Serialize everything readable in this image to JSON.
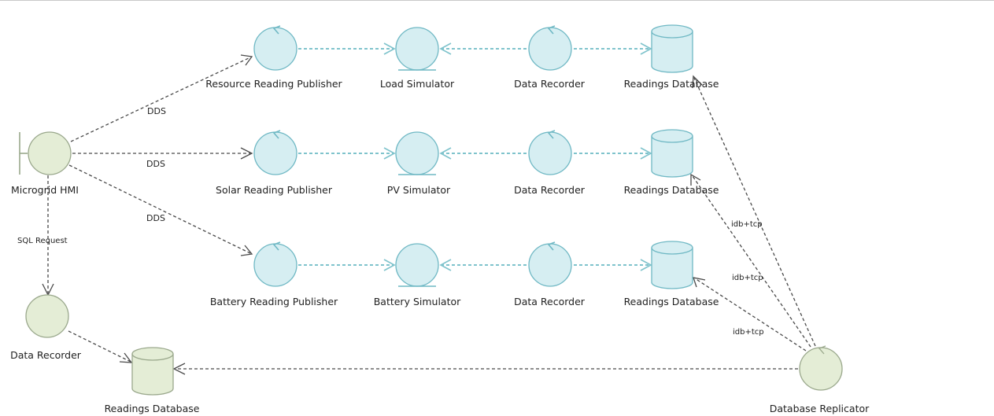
{
  "nodes": {
    "hmi": {
      "label": "Microgrid HMI",
      "kind": "boundary"
    },
    "resource_publisher": {
      "label": "Resource Reading Publisher",
      "kind": "control"
    },
    "solar_publisher": {
      "label": "Solar Reading Publisher",
      "kind": "control"
    },
    "battery_publisher": {
      "label": "Battery Reading Publisher",
      "kind": "control"
    },
    "load_sim": {
      "label": "Load Simulator",
      "kind": "entity"
    },
    "pv_sim": {
      "label": "PV Simulator",
      "kind": "entity"
    },
    "battery_sim": {
      "label": "Battery Simulator",
      "kind": "entity"
    },
    "recorder_1": {
      "label": "Data Recorder",
      "kind": "control"
    },
    "recorder_2": {
      "label": "Data Recorder",
      "kind": "control"
    },
    "recorder_3": {
      "label": "Data Recorder",
      "kind": "control"
    },
    "db_1": {
      "label": "Readings Database",
      "kind": "database"
    },
    "db_2": {
      "label": "Readings Database",
      "kind": "database"
    },
    "db_3": {
      "label": "Readings Database",
      "kind": "database"
    },
    "local_recorder": {
      "label": "Data Recorder",
      "kind": "control"
    },
    "local_db": {
      "label": "Readings Database",
      "kind": "database"
    },
    "replicator": {
      "label": "Database Replicator",
      "kind": "control"
    }
  },
  "edges": {
    "hmi_resource": "DDS",
    "hmi_solar": "DDS",
    "hmi_battery": "DDS",
    "hmi_recorder": "SQL Request",
    "replicator_db1": "idb+tcp",
    "replicator_db2": "idb+tcp",
    "replicator_db3": "idb+tcp"
  },
  "colors": {
    "remote_fill": "#d6eef2",
    "remote_stroke": "#6fb8c4",
    "local_fill": "#e4edd6",
    "local_stroke": "#9aa88c",
    "connector": "#4a4a4a",
    "flow_connector": "#7fc3cc"
  }
}
